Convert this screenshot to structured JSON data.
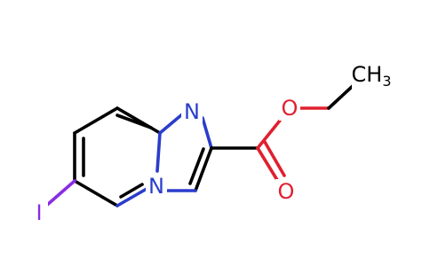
{
  "molecule": {
    "atoms": {
      "N_bridge": "N",
      "N_imine": "N",
      "O_ether": "O",
      "O_carbonyl": "O",
      "I": "I",
      "CH3": "CH",
      "CH3_sub": "3"
    },
    "colors": {
      "carbon": "#000000",
      "nitrogen": "#2a3dcb",
      "oxygen": "#e0202f",
      "iodine": "#8a2be2"
    }
  }
}
